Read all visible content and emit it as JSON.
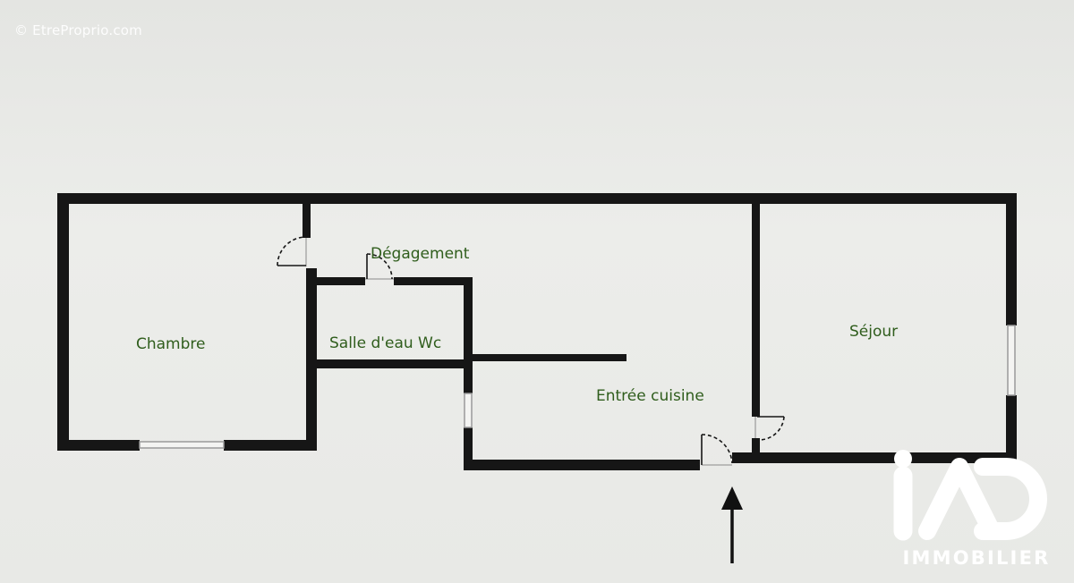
{
  "watermark": "© EtreProprio.com",
  "rooms": {
    "chambre": "Chambre",
    "degagement": "Dégagement",
    "salle_eau": "Salle d'eau Wc",
    "entree_cuisine": "Entrée cuisine",
    "sejour": "Séjour"
  },
  "logo": {
    "name": "iAD",
    "subtitle": "IMMOBILIER"
  },
  "colors": {
    "wall": "#161616",
    "room_label": "#2f5d1c",
    "logo": "#ffffff"
  }
}
